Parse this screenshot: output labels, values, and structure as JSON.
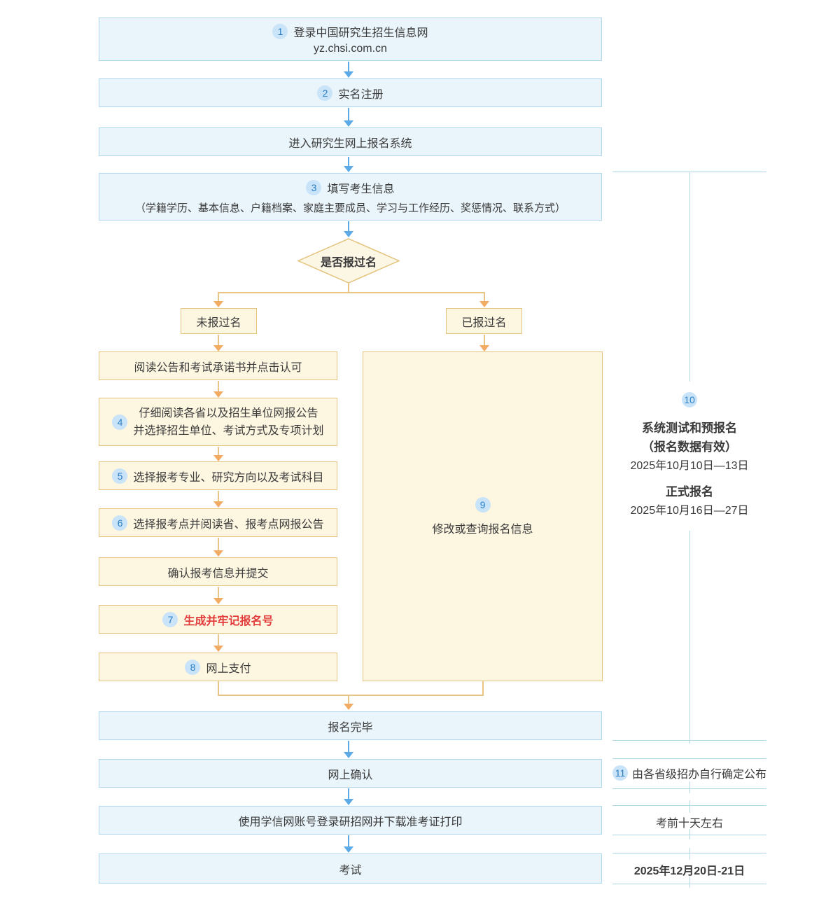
{
  "flow": {
    "step1": {
      "badge": "1",
      "title": "登录中国研究生招生信息网",
      "url": "yz.chsi.com.cn"
    },
    "step2": {
      "badge": "2",
      "label": "实名注册"
    },
    "step3": {
      "label": "进入研究生网上报名系统"
    },
    "step4": {
      "badge": "3",
      "label": "填写考生信息",
      "sub": "（学籍学历、基本信息、户籍档案、家庭主要成员、学习与工作经历、奖惩情况、联系方式）"
    },
    "decision": {
      "label": "是否报过名"
    },
    "branch_no": {
      "label": "未报过名"
    },
    "branch_yes": {
      "label": "已报过名"
    },
    "left_steps": [
      {
        "label": "阅读公告和考试承诺书并点击认可"
      },
      {
        "badge": "4",
        "line1": "仔细阅读各省以及招生单位网报公告",
        "line2": "并选择招生单位、考试方式及专项计划"
      },
      {
        "badge": "5",
        "label": "选择报考专业、研究方向以及考试科目"
      },
      {
        "badge": "6",
        "label": "选择报考点并阅读省、报考点网报公告"
      },
      {
        "label": "确认报考信息并提交"
      },
      {
        "badge": "7",
        "label": "生成并牢记报名号"
      },
      {
        "badge": "8",
        "label": "网上支付"
      }
    ],
    "box9": {
      "badge": "9",
      "label": "修改或查询报名信息"
    },
    "final1": {
      "label": "报名完毕"
    },
    "final2": {
      "label": "网上确认"
    },
    "final3": {
      "label": "使用学信网账号登录研招网并下载准考证打印"
    },
    "final4": {
      "label": "考试"
    }
  },
  "sidebar": {
    "item10": {
      "badge": "10",
      "title1": "系统测试和预报名",
      "title2": "（报名数据有效）",
      "date1": "2025年10月10日—13日",
      "title3": "正式报名",
      "date2": "2025年10月16日—27日"
    },
    "item11": {
      "badge": "11",
      "label": "由各省级招办自行确定公布"
    },
    "note_confirm": "考前十天左右",
    "note_exam_date": "2025年12月20日-21日"
  },
  "colors": {
    "blue_box_bg": "#e9f4fb",
    "blue_box_border": "#b0d8ef",
    "orange_box_bg": "#fdf6e1",
    "orange_box_border": "#e4c37e",
    "blue_arrow": "#5ca9e6",
    "orange_arrow": "#f1ab62",
    "badge_bg": "#c9e3f8",
    "badge_text": "#2a7fc6",
    "highlight_red": "#e23c3c",
    "sidebar_line": "#b0d9e8"
  }
}
